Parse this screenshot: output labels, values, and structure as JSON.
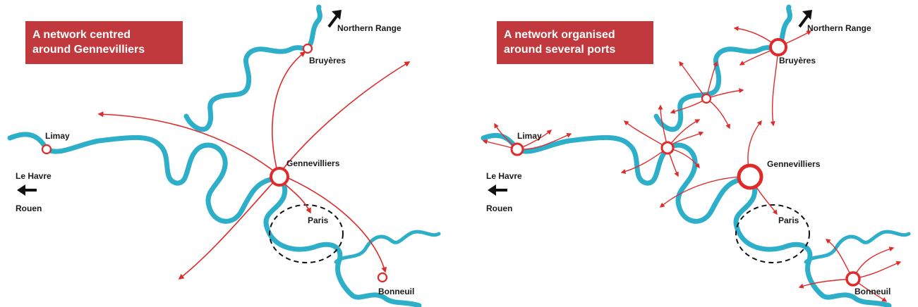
{
  "panels": [
    {
      "title_line1": "A network centred",
      "title_line2": "around Gennevilliers",
      "labels": {
        "northern_range": "Northern Range",
        "bruyeres": "Bruyères",
        "limay": "Limay",
        "gennevilliers": "Gennevilliers",
        "le_havre": "Le Havre",
        "rouen": "Rouen",
        "paris": "Paris",
        "bonneuil": "Bonneuil"
      }
    },
    {
      "title_line1": "A network organised",
      "title_line2": "around several ports",
      "labels": {
        "northern_range": "Northern Range",
        "bruyeres": "Bruyères",
        "limay": "Limay",
        "gennevilliers": "Gennevilliers",
        "le_havre": "Le Havre",
        "rouen": "Rouen",
        "paris": "Paris",
        "bonneuil": "Bonneuil"
      }
    }
  ],
  "colors": {
    "river": "#2eafc9",
    "flow": "#e02a2a",
    "title_bg": "#c1393d",
    "arrow": "#111111"
  }
}
